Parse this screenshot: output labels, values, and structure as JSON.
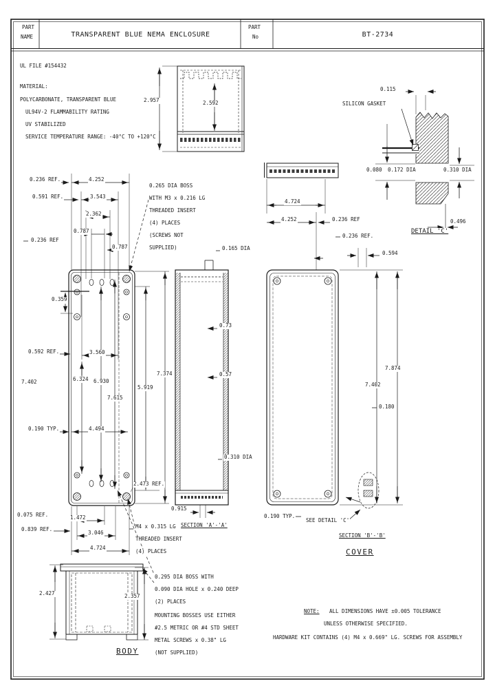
{
  "title_block": {
    "part_label_top": "PART",
    "part_label_bot": "NAME",
    "no_label_top": "PART",
    "no_label_bot": "No",
    "part_name": "TRANSPARENT BLUE NEMA ENCLOSURE",
    "part_no": "BT-2734"
  },
  "material": {
    "ul_file": "UL FILE #154432",
    "heading": "MATERIAL:",
    "lines": [
      "POLYCARBONATE, TRANSPARENT BLUE",
      "UL94V-2 FLAMMABILITY RATING",
      "UV STABILIZED",
      "SERVICE TEMPERATURE RANGE: -40°C TO +120°C"
    ]
  },
  "side_view": {
    "overall": "2.957",
    "inner": "2.592"
  },
  "detail_c": {
    "wall": "0.115",
    "gasket": "SILICON GASKET",
    "gap": "0.080",
    "hole": "0.172 DIA",
    "boss": "0.310 DIA",
    "depth": "0.496",
    "title": "DETAIL 'C'"
  },
  "body": {
    "top": {
      "ref1": "0.236 REF.",
      "w1": "4.252",
      "ref2": "0.591 REF.",
      "w2": "3.543",
      "w3": "2.362",
      "w4": "0.787",
      "ref3": "0.236 REF",
      "w5": "0.787"
    },
    "boss_note": [
      "0.265 DIA BOSS",
      "WITH M3 x 0.216 LG",
      "THREADED INSERT",
      "(4) PLACES",
      "(SCREWS NOT",
      "SUPPLIED)"
    ],
    "mid": {
      "v1": "0.359",
      "ref4": "0.592 REF.",
      "w6": "3.560",
      "v2": "7.402",
      "v3": "6.324",
      "v4": "6.930",
      "v5": "7.615",
      "v6": "5.919",
      "v7": "7.374"
    },
    "bot": {
      "typ": "0.190 TYP.",
      "w7": "4.494",
      "ref5": "2.473 REF.",
      "ref6": "0.075 REF.",
      "ref7": "0.839 REF.",
      "w8": "1.472",
      "w9": "3.046",
      "w10": "4.724",
      "w11": "0.915"
    },
    "insert_note": [
      "M4 x 0.315 LG",
      "THREADED INSERT",
      "(4) PLACES"
    ],
    "section_label": "SECTION 'A'-'A'"
  },
  "section": {
    "d1": "0.165 DIA",
    "t1": "0.73",
    "t2": "0.57",
    "d2": "0.310 DIA"
  },
  "cover": {
    "w1": "4.724",
    "w2": "4.252",
    "ref1": "0.236 REF",
    "ref2": "0.236 REF.",
    "w3": "0.594",
    "v1": "7.874",
    "v2": "7.402",
    "t1": "0.180",
    "typ": "0.190 TYP.",
    "see_detail": "SEE DETAIL 'C'",
    "section_label": "SECTION 'B'-'B'",
    "title": "COVER"
  },
  "body_end": {
    "h1": "2.427",
    "h2": "2.357",
    "title": "BODY"
  },
  "mount_note": [
    "0.295 DIA BOSS WITH",
    "0.090 DIA HOLE x 0.240 DEEP",
    "(2) PLACES",
    "MOUNTING BOSSES USE EITHER",
    "#2.5 METRIC OR #4 STD SHEET",
    "METAL SCREWS x 0.38\" LG",
    "(NOT SUPPLIED)"
  ],
  "notes": {
    "label": "NOTE:",
    "l1": "ALL DIMENSIONS HAVE ±0.005 TOLERANCE",
    "l2": "UNLESS OTHERWISE SPECIFIED.",
    "l3": "HARDWARE KIT CONTAINS (4) M4 x 0.669\" LG. SCREWS FOR ASSEMBLY"
  }
}
